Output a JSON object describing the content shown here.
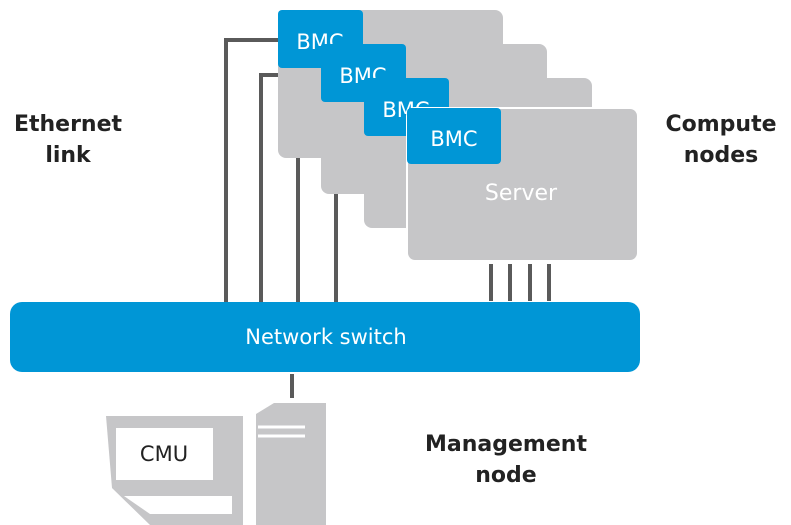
{
  "labels": {
    "ethernet_line1": "Ethernet",
    "ethernet_line2": "link",
    "compute_line1": "Compute",
    "compute_line2": "nodes",
    "management_line1": "Management",
    "management_line2": "node",
    "bmc": "BMC",
    "server": "Server",
    "switch": "Network switch",
    "cmu": "CMU"
  },
  "colors": {
    "blue": "#0096d6",
    "server_gray": "#c6c6c8",
    "line_gray": "#5a5a5a",
    "text": "#222222"
  }
}
